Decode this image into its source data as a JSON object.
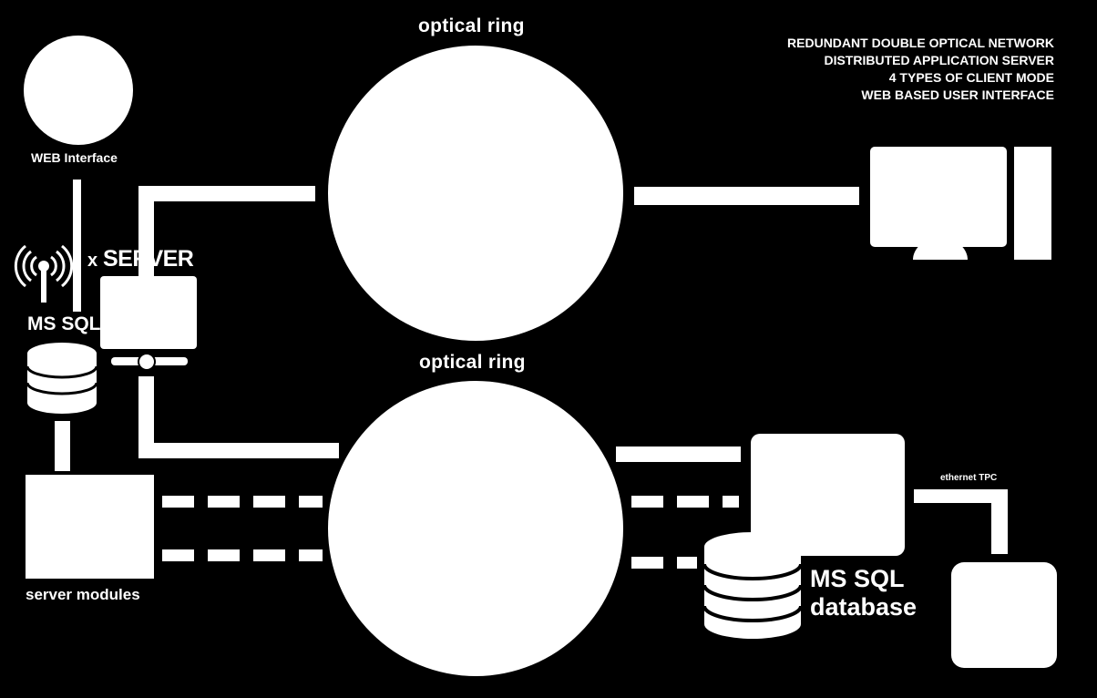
{
  "labels": {
    "optical_ring_top": "optical ring",
    "optical_ring_bottom": "optical ring",
    "web_interface": "WEB Interface",
    "x_prefix": "x",
    "server": "SERVER",
    "ms_sql_left": "MS SQL",
    "server_modules": "server modules",
    "ethernet": "ethernet TPC",
    "ms_sql_db_line1": "MS SQL",
    "ms_sql_db_line2": "database"
  },
  "features": [
    "REDUNDANT DOUBLE OPTICAL NETWORK",
    "DISTRIBUTED APPLICATION SERVER",
    "4 TYPES OF CLIENT MODE",
    "WEB BASED USER INTERFACE"
  ],
  "colors": {
    "background": "#000000",
    "foreground": "#ffffff"
  },
  "icons": {
    "wireless": "wireless-antenna-icon",
    "database": "database-icon",
    "monitor": "monitor-icon",
    "globe": "web-globe-icon"
  }
}
